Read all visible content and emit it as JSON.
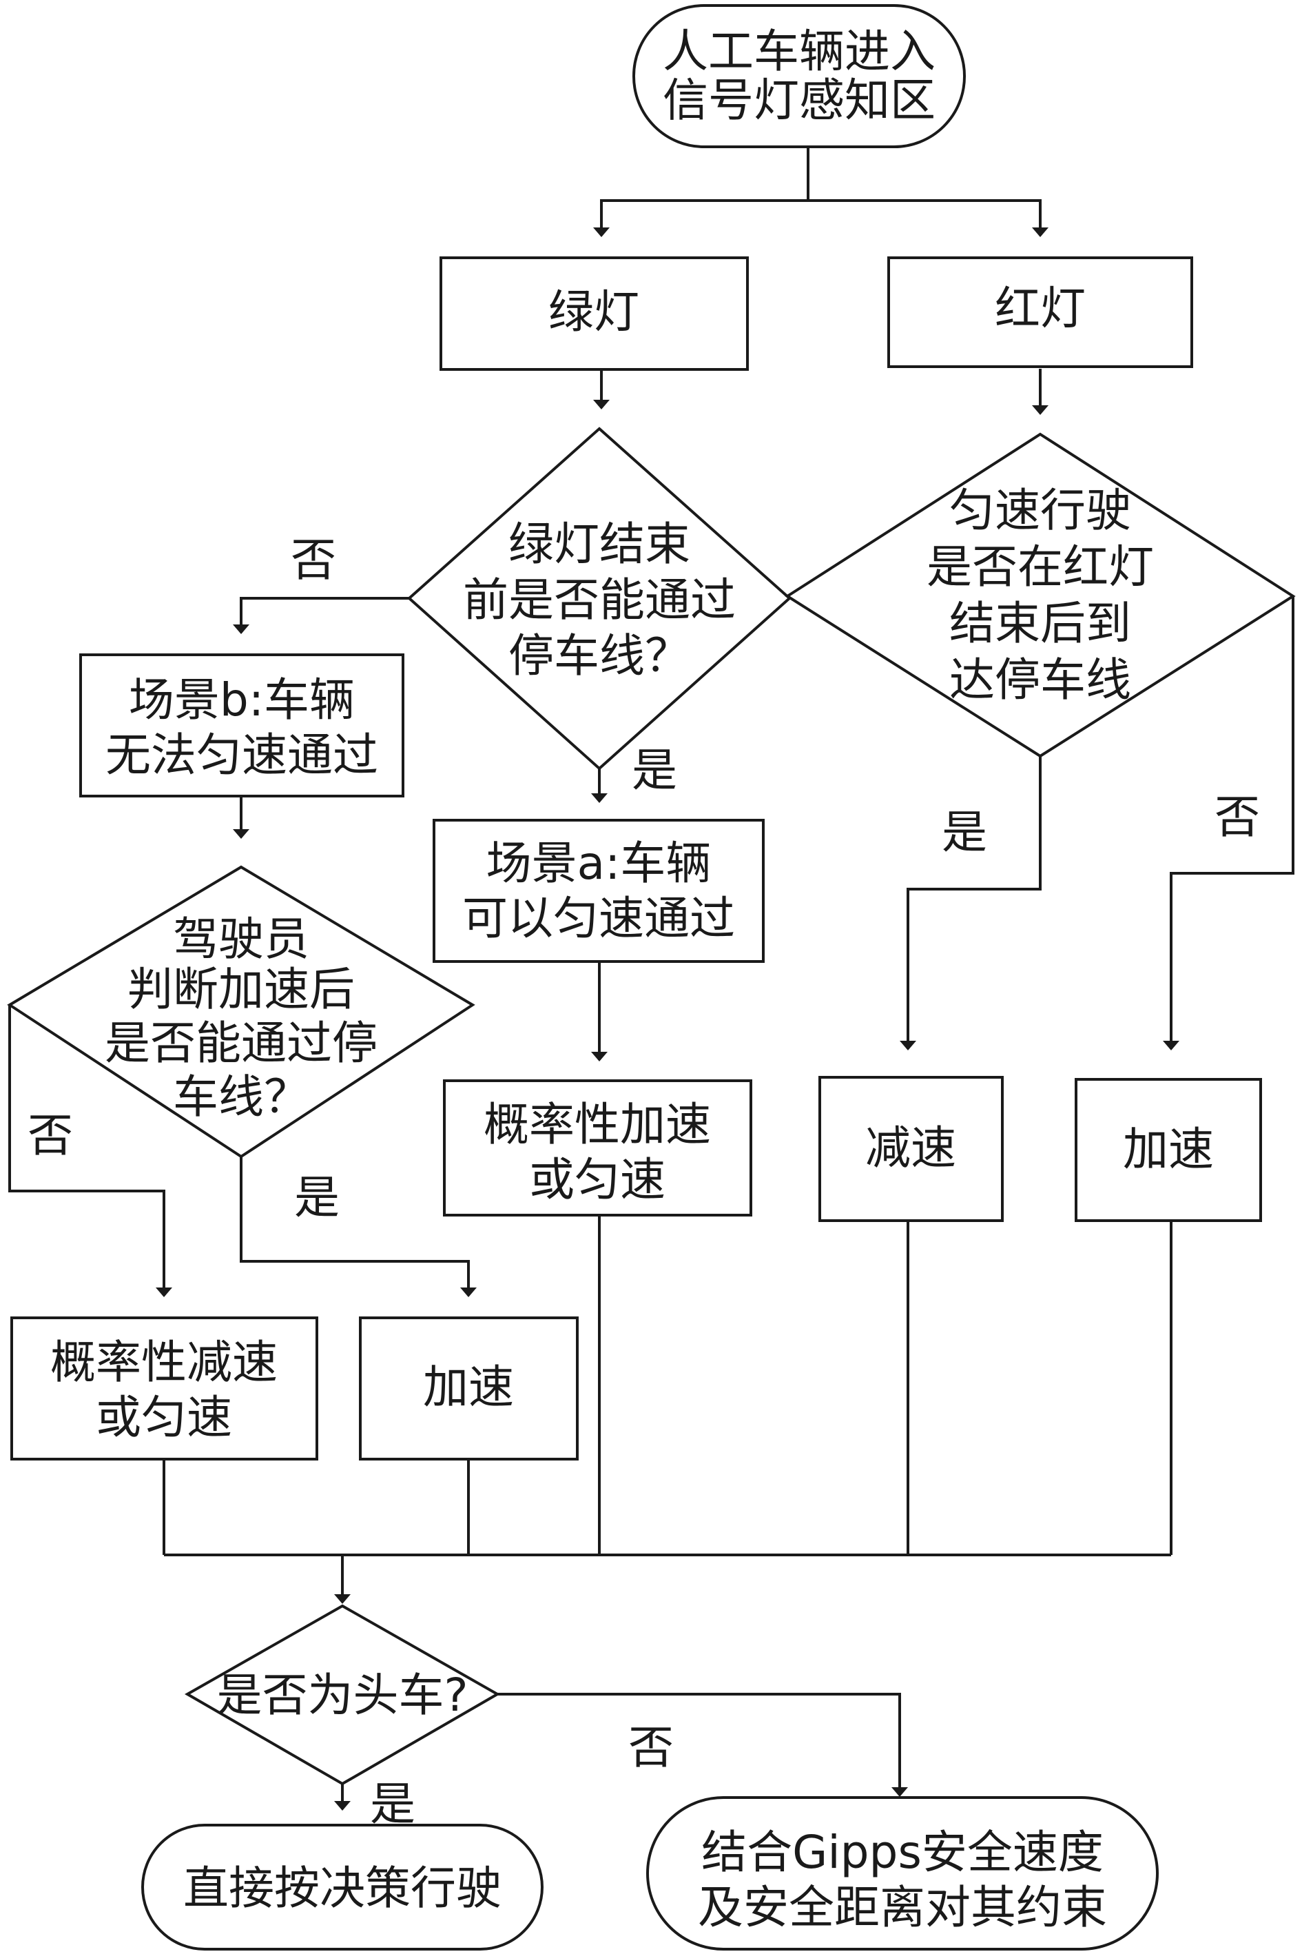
{
  "nodes": {
    "start": [
      "人工车辆进入",
      "信号灯感知区"
    ],
    "green_light": [
      "绿灯"
    ],
    "red_light": [
      "红灯"
    ],
    "decision_green": [
      "绿灯结束",
      "前是否能通过",
      "停车线？"
    ],
    "decision_red": [
      "匀速行驶",
      "是否在红灯",
      "结束后到",
      "达停车线"
    ],
    "scenario_b": [
      "场景b:车辆",
      "无法匀速通过"
    ],
    "scenario_a": [
      "场景a:车辆",
      "可以匀速通过"
    ],
    "decision_driver": [
      "驾驶员",
      "判断加速后",
      "是否能通过停",
      "车线？"
    ],
    "prob_accel": [
      "概率性加速",
      "或匀速"
    ],
    "decelerate": [
      "减速"
    ],
    "accelerate_red": [
      "加速"
    ],
    "prob_decel": [
      "概率性减速",
      "或匀速"
    ],
    "accelerate_b": [
      "加速"
    ],
    "decision_head": [
      "是否为头车?"
    ],
    "direct": [
      "直接按决策行驶"
    ],
    "gipps": [
      "结合Gipps安全速度",
      "及安全距离对其约束"
    ]
  },
  "edge_labels": {
    "green_no": "否",
    "green_yes": "是",
    "red_yes": "是",
    "red_no": "否",
    "driver_no": "否",
    "driver_yes": "是",
    "head_yes": "是",
    "head_no": "否"
  },
  "colors": {
    "line": "#1a1a1a",
    "fill": "#ffffff"
  }
}
